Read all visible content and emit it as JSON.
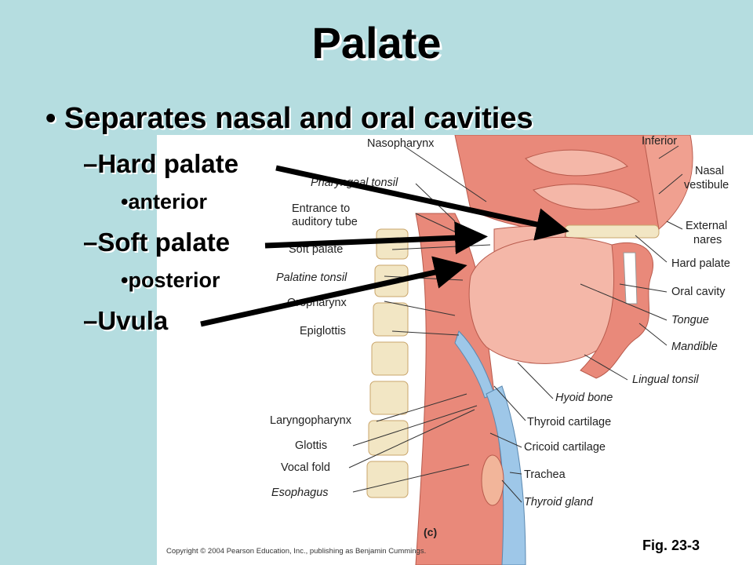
{
  "slide": {
    "title": "Palate",
    "main_bullet": "• Separates nasal and oral cavities",
    "items": [
      {
        "text": "–Hard palate"
      },
      {
        "text": "•anterior"
      },
      {
        "text": "–Soft palate"
      },
      {
        "text": "•posterior"
      },
      {
        "text": "–Uvula"
      }
    ],
    "figure_label": "Fig. 23-3"
  },
  "figure": {
    "panel_label": "(c)",
    "copyright": "Copyright © 2004 Pearson Education, Inc., publishing as Benjamin Cummings.",
    "labels_left": [
      "Nasopharynx",
      "Pharyngeal tonsil",
      "Entrance to",
      "auditory tube",
      "Soft palate",
      "Palatine tonsil",
      "Oropharynx",
      "Epiglottis",
      "Laryngopharynx",
      "Glottis",
      "Vocal fold",
      "Esophagus"
    ],
    "labels_right": [
      "Inferior",
      "Nasal",
      "vestibule",
      "External",
      "nares",
      "Hard palate",
      "Oral cavity",
      "Tongue",
      "Mandible",
      "Lingual tonsil",
      "Hyoid bone",
      "Thyroid cartilage",
      "Cricoid cartilage",
      "Trachea",
      "Thyroid gland"
    ]
  },
  "colors": {
    "background": "#b5dde0",
    "tissue": "#e9897a",
    "tissue_light": "#f4b7a8",
    "bone": "#f2e6c4",
    "arrow": "#000000"
  }
}
